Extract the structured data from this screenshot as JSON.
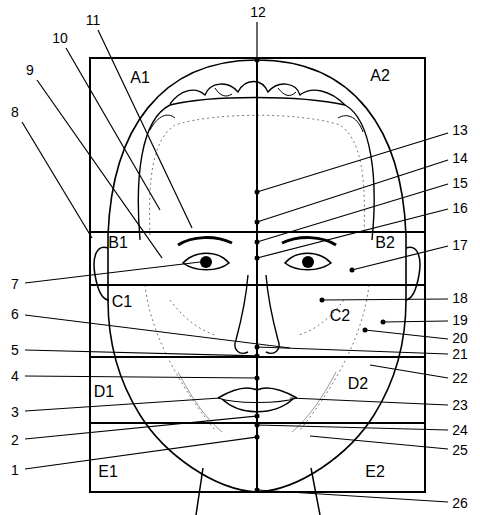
{
  "diagram": {
    "labels": [
      "12",
      "11",
      "10",
      "9",
      "A1",
      "A2",
      "8",
      "13",
      "14",
      "15",
      "16",
      "B1",
      "B2",
      "17",
      "7",
      "C1",
      "18",
      "C2",
      "19",
      "6",
      "20",
      "21",
      "5",
      "4",
      "22",
      "D2",
      "D1",
      "3",
      "23",
      "2",
      "24",
      "1",
      "25",
      "E1",
      "E2",
      "26"
    ]
  }
}
